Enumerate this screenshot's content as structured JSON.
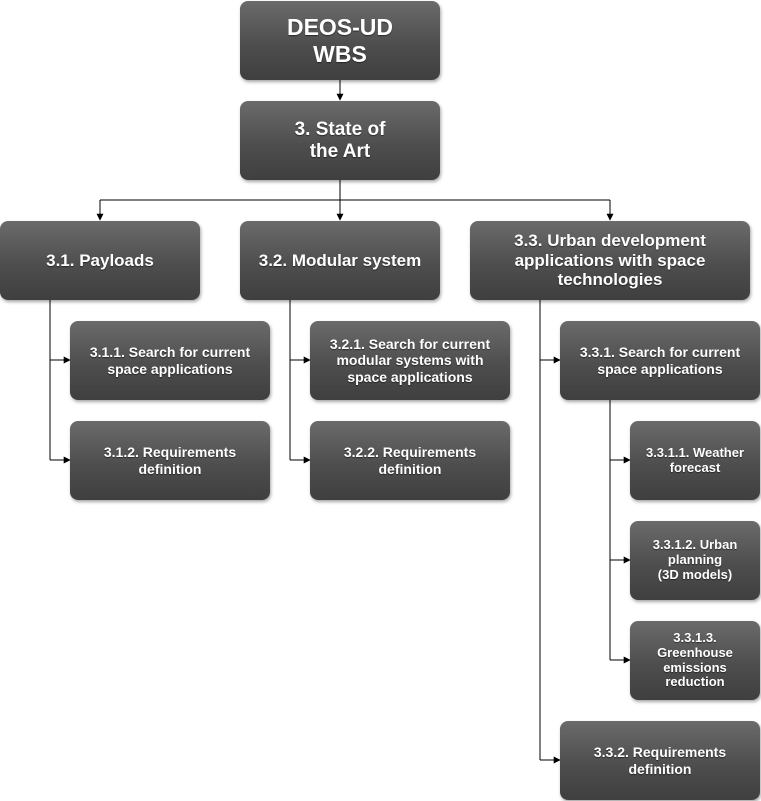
{
  "diagram": {
    "root": "DEOS-UD\nWBS",
    "state_of_art": "3. State of\nthe Art",
    "payloads": "3.1. Payloads",
    "modular": "3.2. Modular system",
    "urban": "3.3. Urban development\napplications with space\ntechnologies",
    "payloads_search": "3.1.1. Search for current\nspace applications",
    "payloads_req": "3.1.2. Requirements\ndefinition",
    "modular_search": "3.2.1. Search for current\nmodular systems with\nspace applications",
    "modular_req": "3.2.2. Requirements\ndefinition",
    "urban_search": "3.3.1. Search for current\nspace applications",
    "weather": "3.3.1.1. Weather\nforecast",
    "urban_planning": "3.3.1.2. Urban\nplanning\n(3D models)",
    "greenhouse": "3.3.1.3.\nGreenhouse\nemissions\nreduction",
    "urban_req": "3.3.2. Requirements\ndefinition"
  },
  "colors": {
    "node_fill": "#4e4e4e",
    "node_text": "#ffffff",
    "connector": "#000000"
  }
}
